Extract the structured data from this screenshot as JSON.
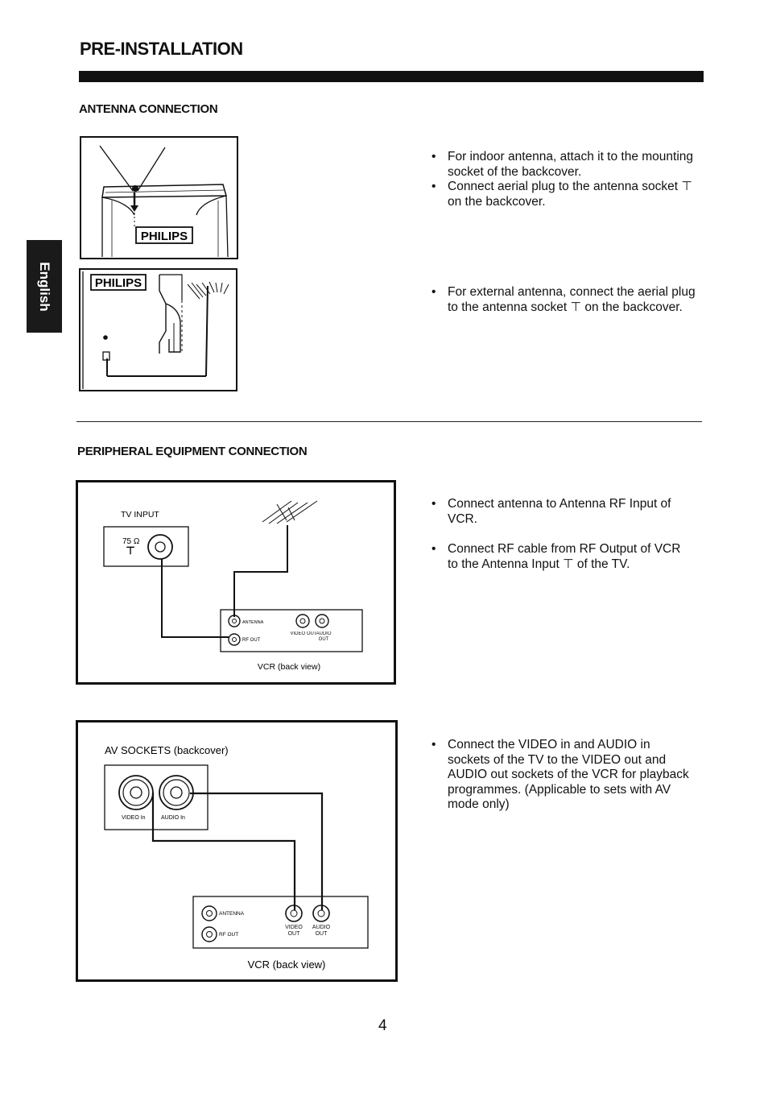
{
  "page": {
    "title": "PRE-INSTALLATION",
    "language_tab": "English",
    "page_number": "4"
  },
  "antenna": {
    "heading": "ANTENNA CONNECTION",
    "brand": "PHILIPS",
    "bullets_indoor": [
      "For indoor antenna, attach it to the mounting socket of the backcover.",
      "Connect aerial plug to the antenna socket ⊤ on the backcover."
    ],
    "bullets_external": [
      "For external antenna, connect the aerial plug to the antenna socket ⊤ on the backcover."
    ]
  },
  "peripheral": {
    "heading": "PERIPHERAL EQUIPMENT CONNECTION",
    "diagram1": {
      "tv_input": "TV INPUT",
      "impedance": "75 Ω",
      "antenna": "ANTENNA",
      "rf_out": "RF OUT",
      "video_out": "VIDEO OUT",
      "audio_out": "AUDIO OUT",
      "caption": "VCR (back view)"
    },
    "diagram2": {
      "heading": "AV SOCKETS (backcover)",
      "video_in": "VIDEO In",
      "audio_in": "AUDIO In",
      "antenna": "ANTENNA",
      "rf_out": "RF OUT",
      "video_out": "VIDEO OUT",
      "audio_out": "AUDIO OUT",
      "caption": "VCR (back view)"
    },
    "bullets_rf": [
      "Connect antenna to Antenna RF Input of VCR.",
      "Connect RF cable from RF Output of VCR to the Antenna Input ⊤ of the TV."
    ],
    "bullets_av": [
      "Connect the VIDEO in and AUDIO in sockets of the TV to the VIDEO out and AUDIO out sockets of the VCR for playback programmes. (Applicable to sets with AV mode only)"
    ]
  }
}
